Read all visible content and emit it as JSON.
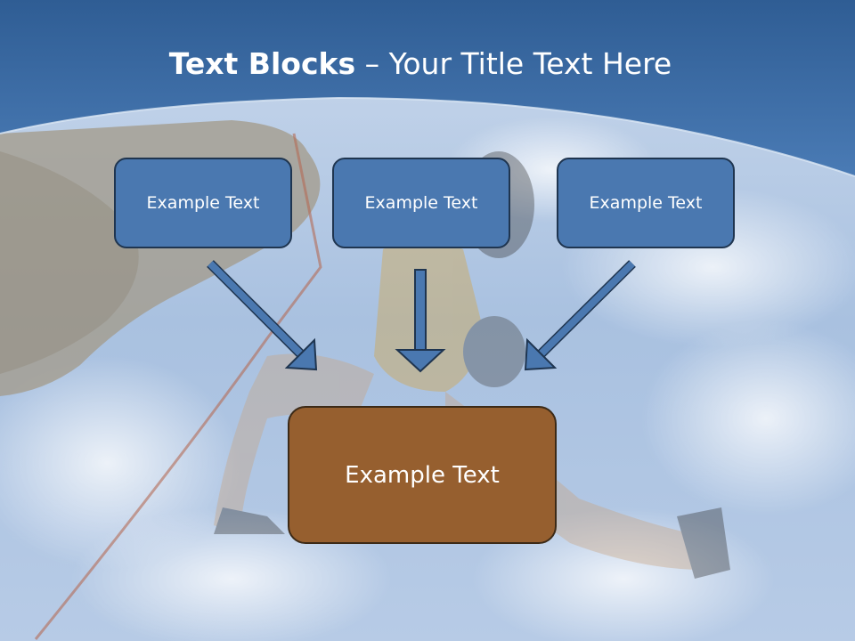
{
  "title": {
    "bold": "Text Blocks",
    "dash": " – ",
    "rest": "Your Title Text Here"
  },
  "blocks": {
    "left": "Example Text",
    "center": "Example Text",
    "right": "Example Text",
    "bottom": "Example Text"
  },
  "colors": {
    "header_blue": "#3d6da6",
    "box_blue": "#4a78b0",
    "box_brown": "#965f2f",
    "arrow_blue": "#4a78b0",
    "arrow_outline": "#1f3550"
  }
}
